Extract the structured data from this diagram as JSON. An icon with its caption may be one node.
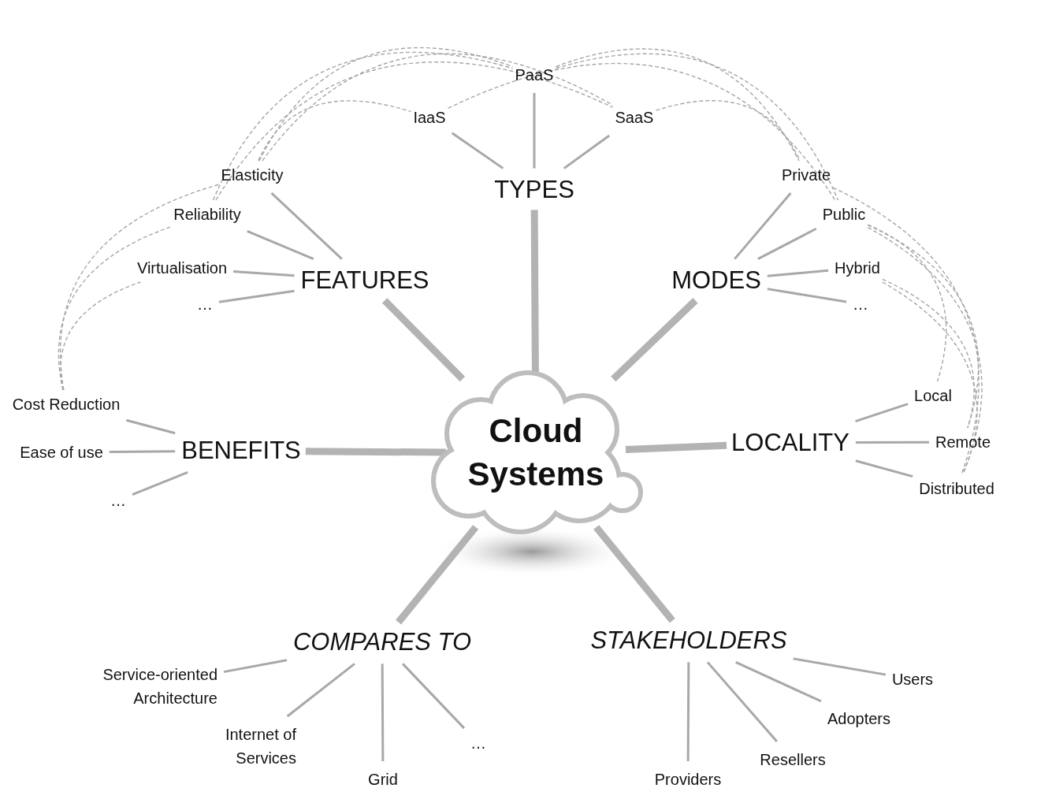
{
  "diagram": {
    "nodes": [
      {
        "text": [
          "Cloud Systems"
        ]
      },
      {
        "text": [
          "TYPES"
        ]
      },
      {
        "text": [
          "IaaS"
        ]
      },
      {
        "text": [
          "PaaS"
        ]
      },
      {
        "text": [
          "SaaS"
        ]
      },
      {
        "text": [
          "FEATURES"
        ]
      },
      {
        "text": [
          "Elasticity"
        ]
      },
      {
        "text": [
          "Reliability"
        ]
      },
      {
        "text": [
          "Virtualisation"
        ]
      },
      {
        "text": [
          "…"
        ]
      },
      {
        "text": [
          "MODES"
        ]
      },
      {
        "text": [
          "Private"
        ]
      },
      {
        "text": [
          "Public"
        ]
      },
      {
        "text": [
          "Hybrid"
        ]
      },
      {
        "text": [
          "…"
        ]
      },
      {
        "text": [
          "BENEFITS"
        ]
      },
      {
        "text": [
          "Cost Reduction"
        ]
      },
      {
        "text": [
          "Ease of use"
        ]
      },
      {
        "text": [
          "…"
        ]
      },
      {
        "text": [
          "LOCALITY"
        ]
      },
      {
        "text": [
          "Local"
        ]
      },
      {
        "text": [
          "Remote"
        ]
      },
      {
        "text": [
          "Distributed"
        ]
      },
      {
        "text": [
          "COMPARES TO"
        ]
      },
      {
        "text": [
          "Service-oriented Architecture"
        ]
      },
      {
        "text": [
          "Internet of Services"
        ]
      },
      {
        "text": [
          "Grid"
        ]
      },
      {
        "text": [
          "…"
        ]
      },
      {
        "text": [
          "STAKEHOLDERS"
        ]
      },
      {
        "text": [
          "Users"
        ]
      },
      {
        "text": [
          "Adopters"
        ]
      },
      {
        "text": [
          "Resellers"
        ]
      },
      {
        "text": [
          "Providers"
        ]
      }
    ],
    "edges": [
      {
        "from": 0,
        "to": 1,
        "arrow": "none",
        "style": "thick"
      },
      {
        "from": 0,
        "to": 5,
        "arrow": "none",
        "style": "thick"
      },
      {
        "from": 0,
        "to": 10,
        "arrow": "none",
        "style": "thick"
      },
      {
        "from": 0,
        "to": 15,
        "arrow": "none",
        "style": "thick"
      },
      {
        "from": 0,
        "to": 19,
        "arrow": "none",
        "style": "thick"
      },
      {
        "from": 0,
        "to": 23,
        "arrow": "none",
        "style": "thick"
      },
      {
        "from": 0,
        "to": 28,
        "arrow": "none",
        "style": "thick"
      },
      {
        "from": 1,
        "to": 2,
        "arrow": "none"
      },
      {
        "from": 1,
        "to": 3,
        "arrow": "none"
      },
      {
        "from": 1,
        "to": 4,
        "arrow": "none"
      },
      {
        "from": 5,
        "to": 6,
        "arrow": "none"
      },
      {
        "from": 5,
        "to": 7,
        "arrow": "none"
      },
      {
        "from": 5,
        "to": 8,
        "arrow": "none"
      },
      {
        "from": 5,
        "to": 9,
        "arrow": "none"
      },
      {
        "from": 10,
        "to": 11,
        "arrow": "none"
      },
      {
        "from": 10,
        "to": 12,
        "arrow": "none"
      },
      {
        "from": 10,
        "to": 13,
        "arrow": "none"
      },
      {
        "from": 10,
        "to": 14,
        "arrow": "none"
      },
      {
        "from": 15,
        "to": 16,
        "arrow": "none"
      },
      {
        "from": 15,
        "to": 17,
        "arrow": "none"
      },
      {
        "from": 15,
        "to": 18,
        "arrow": "none"
      },
      {
        "from": 19,
        "to": 20,
        "arrow": "none"
      },
      {
        "from": 19,
        "to": 21,
        "arrow": "none"
      },
      {
        "from": 19,
        "to": 22,
        "arrow": "none"
      },
      {
        "from": 23,
        "to": 24,
        "arrow": "none"
      },
      {
        "from": 23,
        "to": 25,
        "arrow": "none"
      },
      {
        "from": 23,
        "to": 26,
        "arrow": "none"
      },
      {
        "from": 23,
        "to": 27,
        "arrow": "none"
      },
      {
        "from": 28,
        "to": 29,
        "arrow": "none"
      },
      {
        "from": 28,
        "to": 30,
        "arrow": "none"
      },
      {
        "from": 28,
        "to": 31,
        "arrow": "none"
      },
      {
        "from": 28,
        "to": 32,
        "arrow": "none"
      },
      {
        "from": 16,
        "to": 6,
        "arrow": "none",
        "style": "dashed"
      },
      {
        "from": 16,
        "to": 7,
        "arrow": "none",
        "style": "dashed"
      },
      {
        "from": 16,
        "to": 8,
        "arrow": "none",
        "style": "dashed"
      },
      {
        "from": 6,
        "to": 2,
        "arrow": "none",
        "style": "dashed"
      },
      {
        "from": 6,
        "to": 3,
        "arrow": "none",
        "style": "dashed"
      },
      {
        "from": 6,
        "to": 4,
        "arrow": "none",
        "style": "dashed"
      },
      {
        "from": 7,
        "to": 3,
        "arrow": "none",
        "style": "dashed"
      },
      {
        "from": 7,
        "to": 4,
        "arrow": "none",
        "style": "dashed"
      },
      {
        "from": 2,
        "to": 12,
        "arrow": "none",
        "style": "dashed"
      },
      {
        "from": 3,
        "to": 11,
        "arrow": "none",
        "style": "dashed"
      },
      {
        "from": 3,
        "to": 12,
        "arrow": "none",
        "style": "dashed"
      },
      {
        "from": 4,
        "to": 11,
        "arrow": "none",
        "style": "dashed"
      },
      {
        "from": 11,
        "to": 22,
        "arrow": "none",
        "style": "dashed"
      },
      {
        "from": 12,
        "to": 20,
        "arrow": "none",
        "style": "dashed"
      },
      {
        "from": 12,
        "to": 21,
        "arrow": "none",
        "style": "dashed"
      },
      {
        "from": 12,
        "to": 22,
        "arrow": "none",
        "style": "dashed"
      },
      {
        "from": 13,
        "to": 21,
        "arrow": "none",
        "style": "dashed"
      },
      {
        "from": 13,
        "to": 22,
        "arrow": "none",
        "style": "dashed"
      }
    ]
  }
}
